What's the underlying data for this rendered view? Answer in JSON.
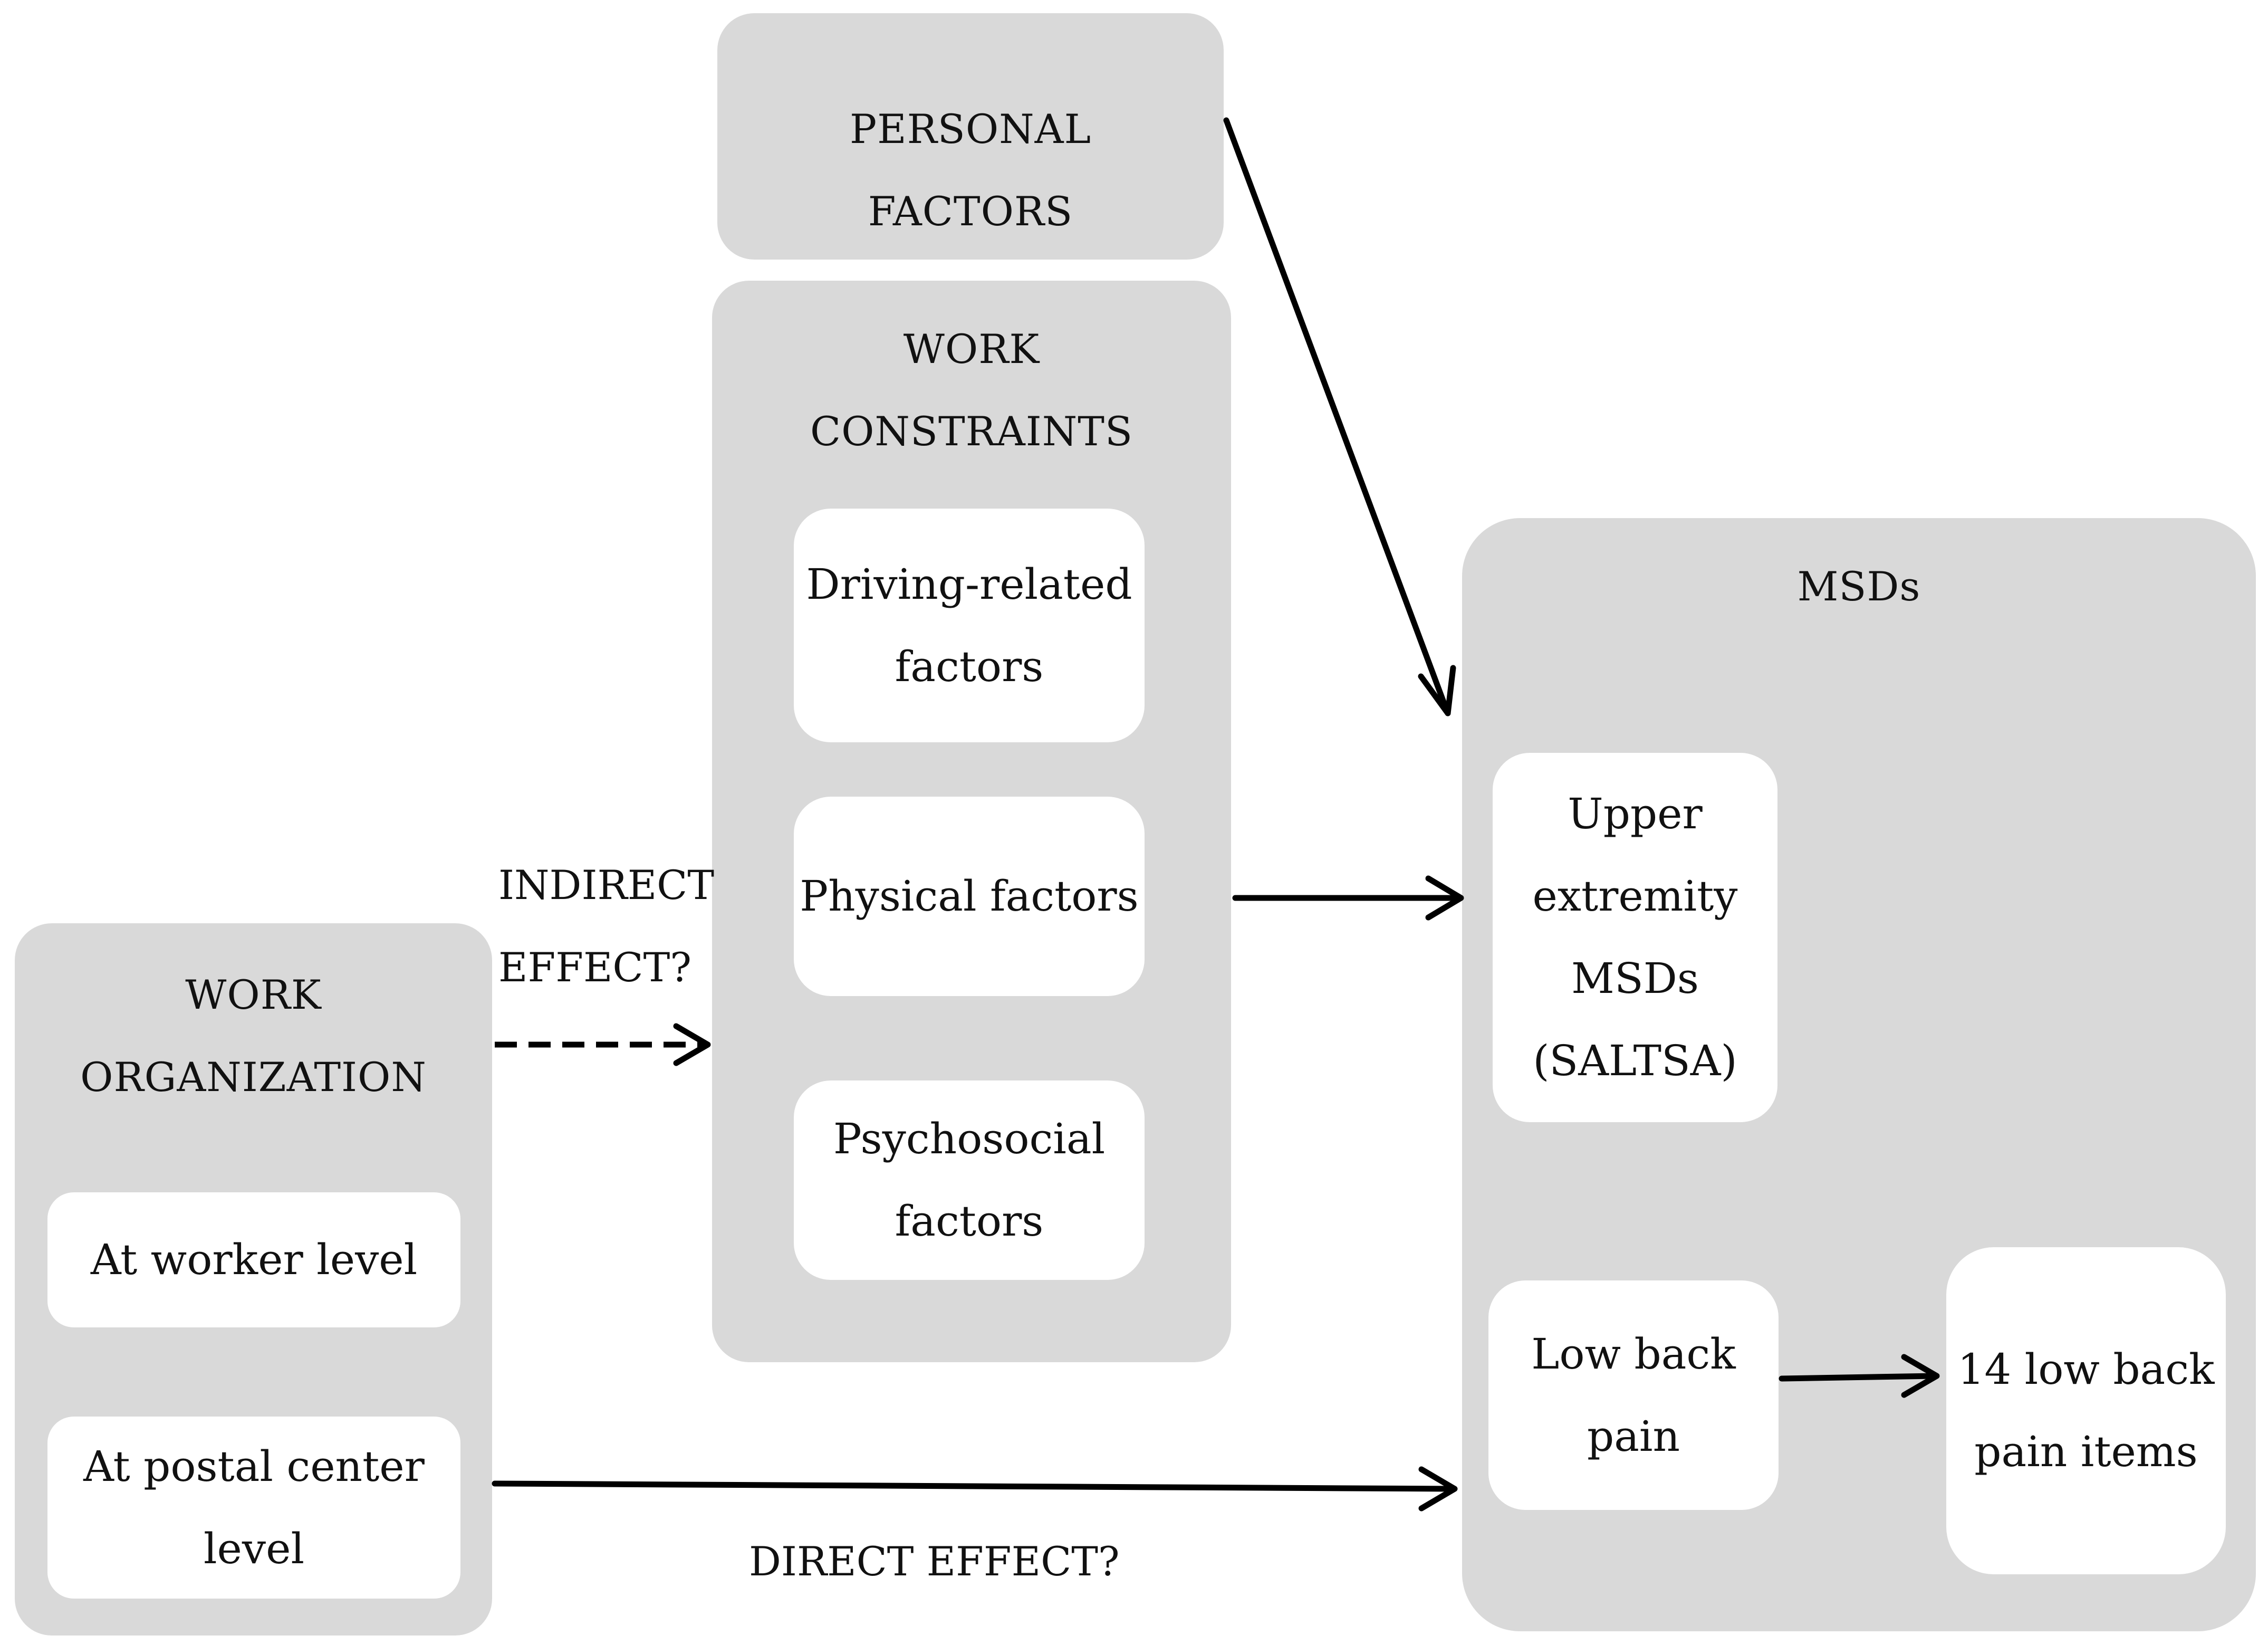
{
  "personal_factors": {
    "line1": "PERSONAL",
    "line2": "FACTORS"
  },
  "work_constraints": {
    "line1": "WORK",
    "line2": "CONSTRAINTS",
    "items": [
      {
        "line1": "Driving-related",
        "line2": "factors"
      },
      {
        "line1": "Physical factors",
        "line2": ""
      },
      {
        "line1": "Psychosocial",
        "line2": "factors"
      }
    ]
  },
  "work_organization": {
    "line1": "WORK",
    "line2": "ORGANIZATION",
    "items": [
      {
        "line1": "At worker level",
        "line2": ""
      },
      {
        "line1": "At postal center",
        "line2": "level"
      }
    ]
  },
  "msds": {
    "title": "MSDs",
    "upper": {
      "line1": "Upper",
      "line2": "extremity",
      "line3": "MSDs",
      "line4": "(SALTSA)"
    },
    "low_back": {
      "line1": "Low back",
      "line2": "pain"
    },
    "items": {
      "line1": "14 low back",
      "line2": "pain items"
    }
  },
  "labels": {
    "indirect_line1": "INDIRECT",
    "indirect_line2": "EFFECT?",
    "direct": "DIRECT EFFECT?"
  }
}
